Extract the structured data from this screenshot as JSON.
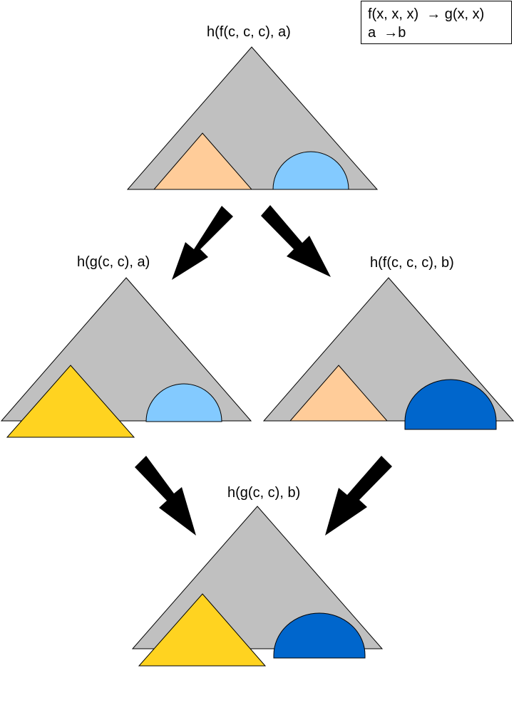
{
  "rules": {
    "rule1": "f(x, x, x)  → g(x, x)",
    "rule2": "a  →b"
  },
  "terms": {
    "top": "h(f(c, c, c), a)",
    "middle_left": "h(g(c, c), a)",
    "middle_right": "h(f(c, c, c), b)",
    "bottom": "h(g(c, c), b)"
  },
  "colors": {
    "outer_triangle": "#c0c0c0",
    "f_subterm": "#ffcc99",
    "g_subterm": "#ffd320",
    "a_subterm": "#83caff",
    "b_subterm": "#0066cc",
    "arrow": "#000000"
  }
}
